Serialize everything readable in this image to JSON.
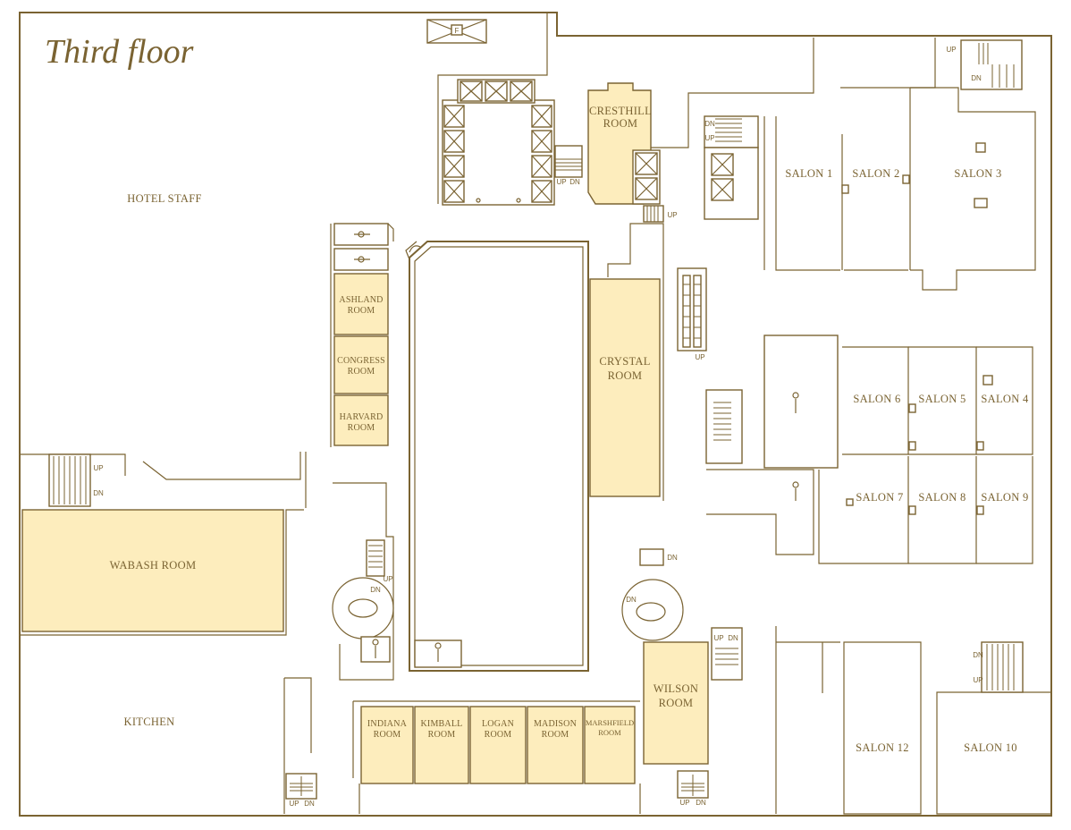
{
  "floor_title": "Third floor",
  "colors": {
    "wall": "#7a6332",
    "room": "#fdedbd",
    "text": "#7a6332"
  },
  "labels": {
    "hotel_staff": "HOTEL STAFF",
    "kitchen": "KITCHEN",
    "wabash": "WABASH ROOM",
    "ashland": [
      "ASHLAND",
      "ROOM"
    ],
    "congress": [
      "CONGRESS",
      "ROOM"
    ],
    "harvard": [
      "HARVARD",
      "ROOM"
    ],
    "cresthill": [
      "CRESTHILL",
      "ROOM"
    ],
    "crystal": [
      "CRYSTAL",
      "ROOM"
    ],
    "wilson": [
      "WILSON",
      "ROOM"
    ],
    "indiana": [
      "INDIANA",
      "ROOM"
    ],
    "kimball": [
      "KIMBALL",
      "ROOM"
    ],
    "logan": [
      "LOGAN",
      "ROOM"
    ],
    "madison": [
      "MADISON",
      "ROOM"
    ],
    "marshfield": [
      "MARSHFIELD",
      "ROOM"
    ],
    "salon1": "SALON 1",
    "salon2": "SALON 2",
    "salon3": "SALON 3",
    "salon4": "SALON 4",
    "salon5": "SALON 5",
    "salon6": "SALON 6",
    "salon7": "SALON 7",
    "salon8": "SALON 8",
    "salon9": "SALON 9",
    "salon10": "SALON 10",
    "salon12": "SALON 12"
  },
  "stairs": {
    "up": "UP",
    "dn": "DN",
    "f": "F"
  }
}
